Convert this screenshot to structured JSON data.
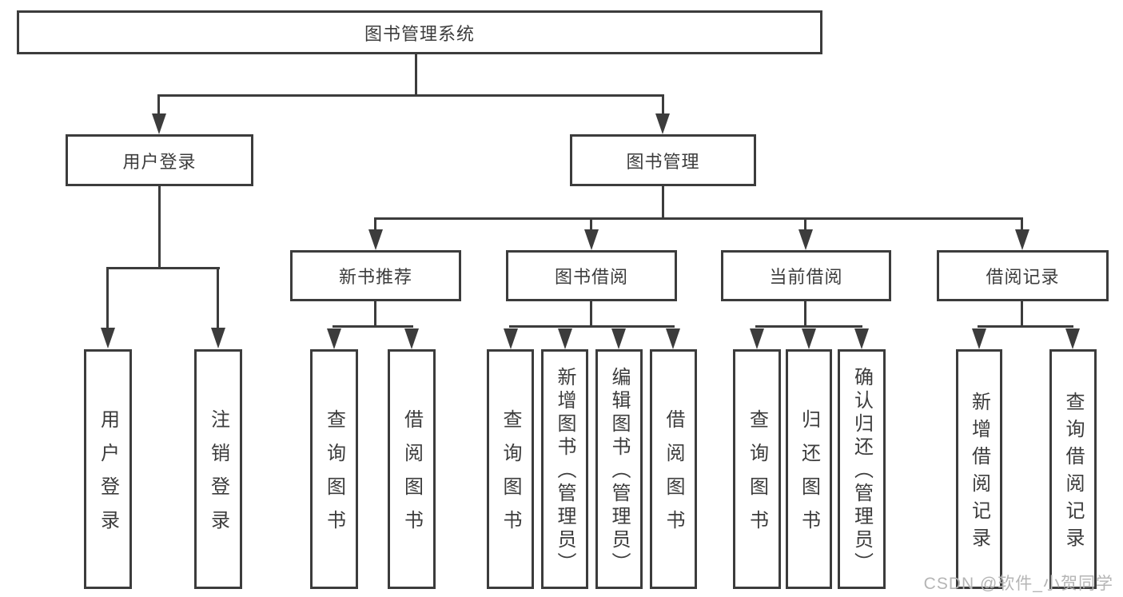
{
  "colors": {
    "line": "#3c3c3c",
    "text": "#3c3c3c",
    "background": "#ffffff",
    "watermark": "#b5b5b5"
  },
  "diagram": {
    "root": {
      "label": "图书管理系统"
    },
    "level2": [
      {
        "label": "用户登录",
        "children": [
          "用户登录",
          "注销登录"
        ]
      },
      {
        "label": "图书管理"
      }
    ],
    "level3": [
      {
        "label": "新书推荐",
        "children": [
          "查询图书",
          "借阅图书"
        ]
      },
      {
        "label": "图书借阅",
        "children": [
          "查询图书",
          "新增图书（管理员）",
          "编辑图书（管理员）",
          "借阅图书"
        ]
      },
      {
        "label": "当前借阅",
        "children": [
          "查询图书",
          "归还图书",
          "确认归还（管理员）"
        ]
      },
      {
        "label": "借阅记录",
        "children": [
          "新增借阅记录",
          "查询借阅记录"
        ]
      }
    ]
  },
  "watermark": {
    "text": "CSDN @软件_小贺同学"
  }
}
